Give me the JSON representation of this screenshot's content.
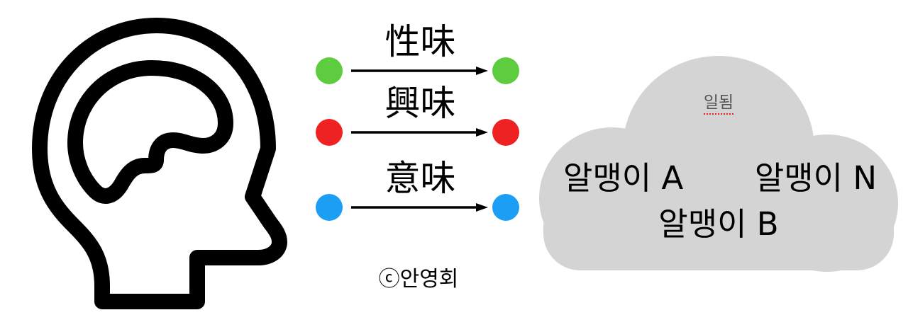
{
  "figure": {
    "title": "Mind to cloud semantic mapping diagram",
    "background_color": "#ffffff",
    "credit": "ⓒ안영회"
  },
  "head_icon": {
    "name": "head-with-brain-icon",
    "stroke_color": "#000000",
    "fill_color": "#ffffff"
  },
  "mapping": {
    "rows": [
      {
        "id": "green",
        "label": "性味",
        "color": "#5ecc3f",
        "source_dot": "green-dot-left",
        "target_dot": "green-dot-right",
        "arrow": "arrow-right"
      },
      {
        "id": "red",
        "label": "興味",
        "color": "#ee2222",
        "source_dot": "red-dot-left",
        "target_dot": "red-dot-right",
        "arrow": "arrow-right"
      },
      {
        "id": "blue",
        "label": "意味",
        "color": "#1c9ef5",
        "source_dot": "blue-dot-left",
        "target_dot": "blue-dot-right",
        "arrow": "arrow-right"
      }
    ]
  },
  "cloud": {
    "fill_color": "#d4d4d4",
    "note": "일됨",
    "note_color": "#555555",
    "note_underline_color": "#e02020",
    "items": {
      "top_left": "알맹이 A",
      "top_right": "알맹이 N",
      "bottom_center": "알맹이 B"
    }
  }
}
